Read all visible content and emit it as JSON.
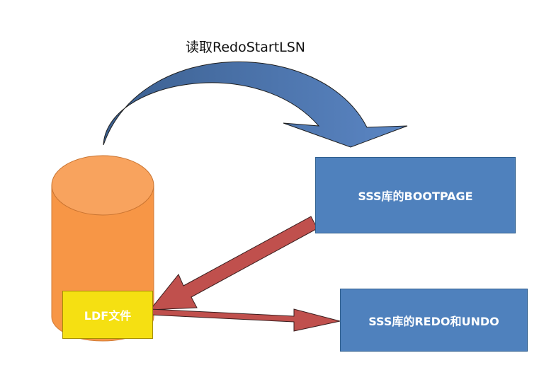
{
  "caption": "读取RedoStartLSN",
  "boxes": {
    "bootpage": "SSS库的BOOTPAGE",
    "redo_undo": "SSS库的REDO和UNDO",
    "ldf": "LDF文件"
  },
  "colors": {
    "cylinder_orange": "#f79646",
    "box_blue": "#4f81bd",
    "curved_arrow_dark": "#3b5f8f",
    "curved_arrow_light": "#5b86c4",
    "straight_arrow_red": "#c0504d",
    "ldf_yellow": "#f5e012"
  },
  "icons": [
    "database-cylinder-icon",
    "curved-arrow-icon",
    "straight-arrow-icon"
  ]
}
